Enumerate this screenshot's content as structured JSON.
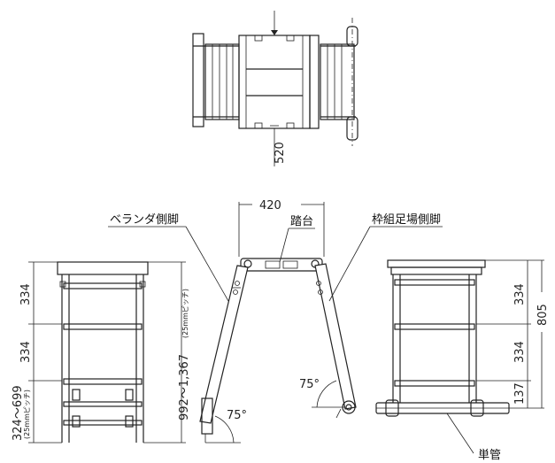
{
  "top_view": {
    "dim_width": "520"
  },
  "side_view": {
    "dim_top": "420",
    "label_left_leg": "ベランダ側脚",
    "label_step": "踏台",
    "label_right_leg": "枠組足場側脚",
    "dim_height": "992～1,367",
    "dim_height_note": "(25mmピッチ)",
    "angle_left": "75°",
    "angle_right": "75°"
  },
  "left_view": {
    "dim_1": "334",
    "dim_2": "334",
    "dim_3": "324～699",
    "dim_3_note": "(25mmピッチ)"
  },
  "right_view": {
    "dim_1": "334",
    "dim_2": "334",
    "dim_3": "137",
    "dim_total": "805"
  },
  "pipe_label": "単管"
}
